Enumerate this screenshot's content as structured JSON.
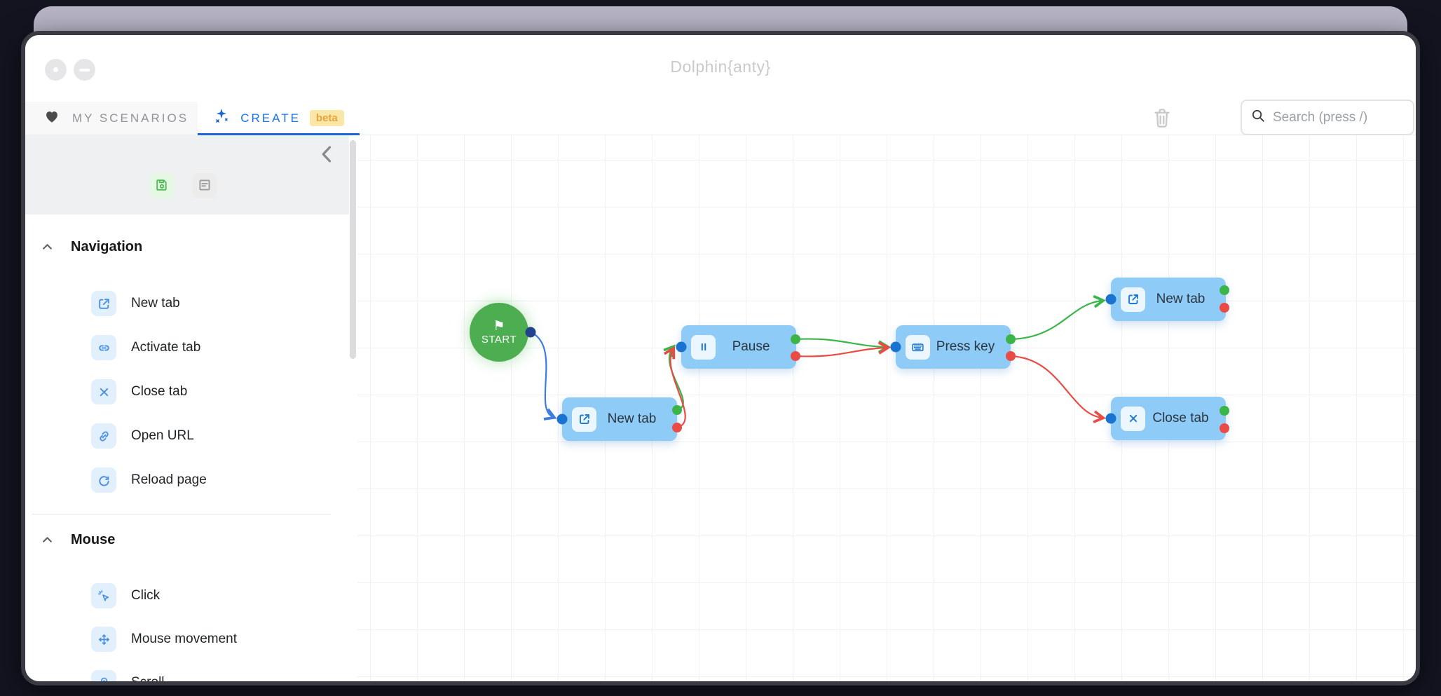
{
  "window_title": "Dolphin{anty}",
  "tabs": {
    "my_scenarios": "MY SCENARIOS",
    "create": "CREATE",
    "create_badge": "beta"
  },
  "toolbar": {
    "search_placeholder": "Search (press /)"
  },
  "sidebar": {
    "sections": [
      {
        "title": "Navigation",
        "items": [
          {
            "label": "New tab",
            "icon": "new-tab-icon"
          },
          {
            "label": "Activate tab",
            "icon": "activate-tab-icon"
          },
          {
            "label": "Close tab",
            "icon": "close-tab-icon"
          },
          {
            "label": "Open URL",
            "icon": "open-url-icon"
          },
          {
            "label": "Reload page",
            "icon": "reload-page-icon"
          }
        ]
      },
      {
        "title": "Mouse",
        "items": [
          {
            "label": "Click",
            "icon": "click-icon"
          },
          {
            "label": "Mouse movement",
            "icon": "mouse-movement-icon"
          },
          {
            "label": "Scroll",
            "icon": "scroll-icon"
          }
        ]
      }
    ]
  },
  "canvas": {
    "start": {
      "label": "START"
    },
    "nodes": [
      {
        "label": "New tab",
        "icon": "external-link-icon"
      },
      {
        "label": "Pause",
        "icon": "pause-icon"
      },
      {
        "label": "Press key",
        "icon": "keyboard-icon"
      },
      {
        "label": "New tab",
        "icon": "external-link-icon"
      },
      {
        "label": "Close tab",
        "icon": "close-icon"
      }
    ],
    "edge_colors": {
      "success": "#3bb54a",
      "error": "#ea4b44",
      "start": "#3d7de0"
    },
    "port_colors": {
      "input": "#1a73d1",
      "start_output": "#24418c",
      "success": "#3bb54a",
      "error": "#ea4b44"
    }
  },
  "colors": {
    "accent_blue": "#1a73e8",
    "node_blue": "#8ecbf7",
    "start_green": "#4cae50",
    "badge_bg": "#fae6a7",
    "badge_text": "#e8a33d"
  }
}
